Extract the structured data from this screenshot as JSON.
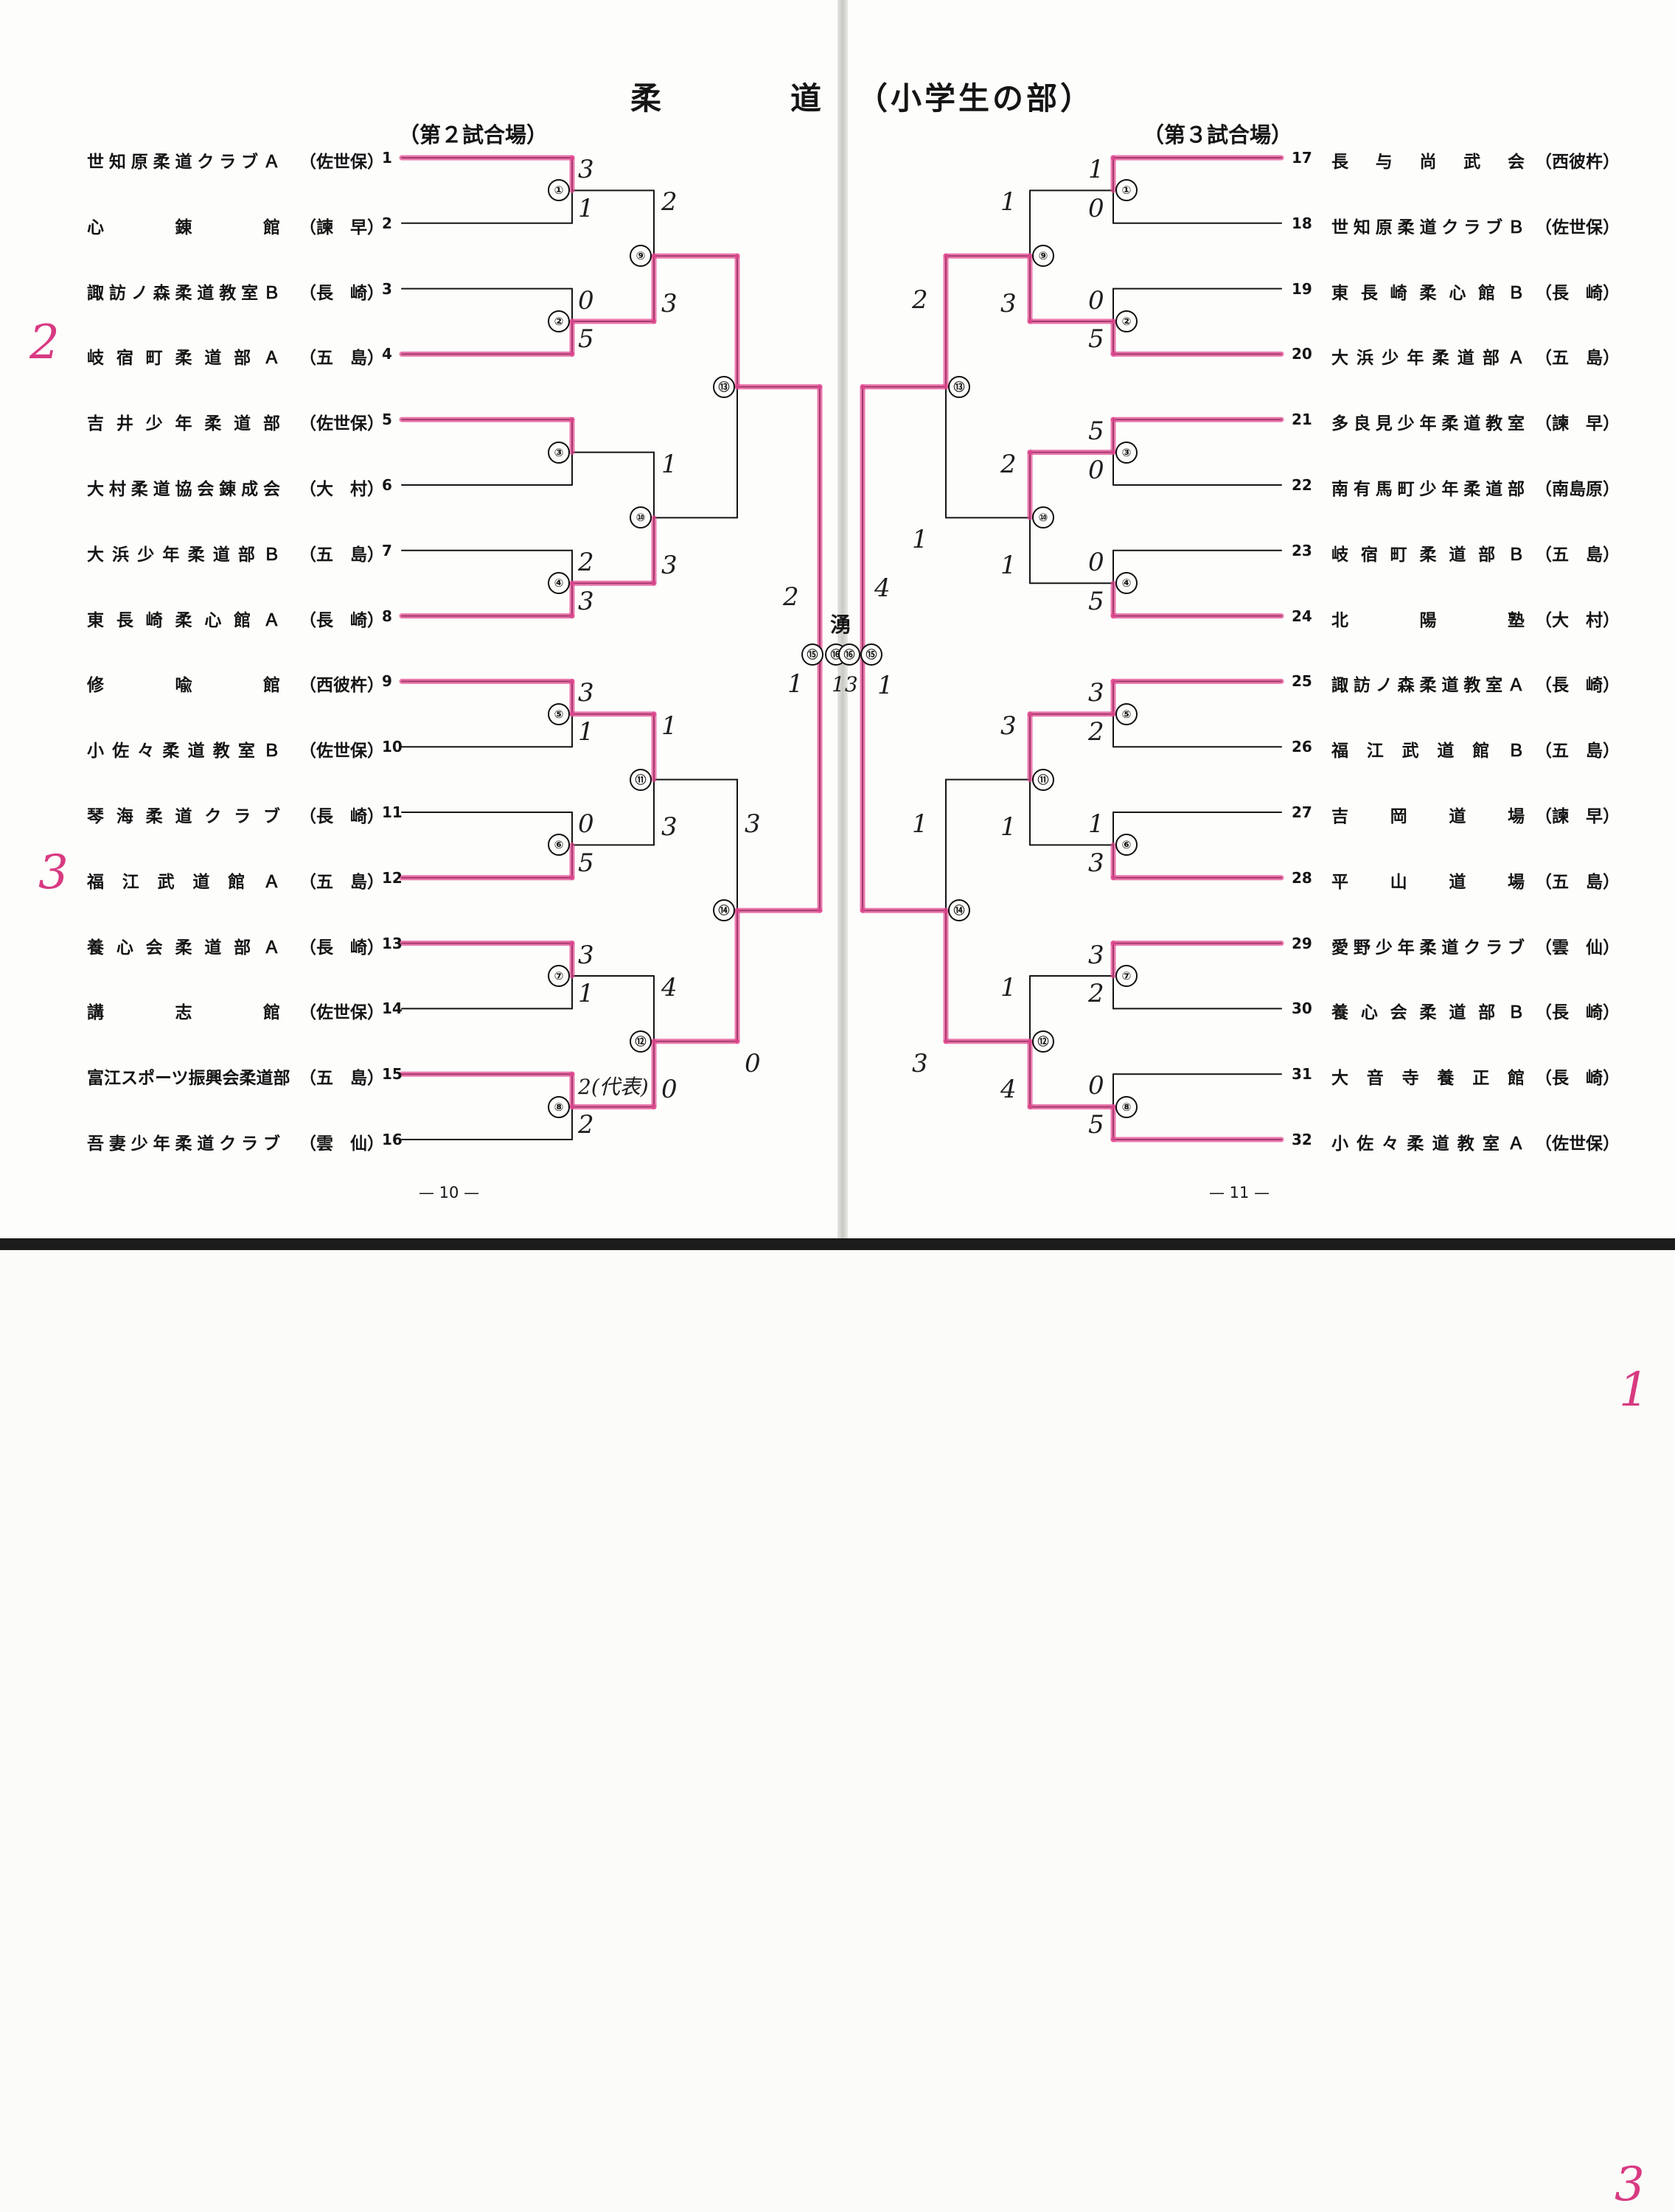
{
  "title": {
    "part1": "柔",
    "part2": "道",
    "part3": "（小学生の部）"
  },
  "venues": {
    "left": "（第２試合場）",
    "right": "（第３試合場）"
  },
  "champion_label": "湧",
  "page_numbers": {
    "left": "— 10 —",
    "right": "— 11 —"
  },
  "colors": {
    "highlight": "#e0458f",
    "ink": "#151515"
  },
  "left_teams": [
    {
      "no": "1",
      "name": "世知原柔道クラブＡ",
      "pref": "（佐世保）"
    },
    {
      "no": "2",
      "name": "心　錬　館",
      "pref": "（諫　早）"
    },
    {
      "no": "3",
      "name": "諏訪ノ森柔道教室Ｂ",
      "pref": "（長　崎）"
    },
    {
      "no": "4",
      "name": "岐宿町柔道部Ａ",
      "pref": "（五　島）"
    },
    {
      "no": "5",
      "name": "吉井少年柔道部",
      "pref": "（佐世保）"
    },
    {
      "no": "6",
      "name": "大村柔道協会錬成会",
      "pref": "（大　村）"
    },
    {
      "no": "7",
      "name": "大浜少年柔道部Ｂ",
      "pref": "（五　島）"
    },
    {
      "no": "8",
      "name": "東長崎柔心館Ａ",
      "pref": "（長　崎）"
    },
    {
      "no": "9",
      "name": "修　喩　館",
      "pref": "（西彼杵）"
    },
    {
      "no": "10",
      "name": "小佐々柔道教室Ｂ",
      "pref": "（佐世保）"
    },
    {
      "no": "11",
      "name": "琴海柔道クラブ",
      "pref": "（長　崎）"
    },
    {
      "no": "12",
      "name": "福江武道館Ａ",
      "pref": "（五　島）"
    },
    {
      "no": "13",
      "name": "養心会柔道部Ａ",
      "pref": "（長　崎）"
    },
    {
      "no": "14",
      "name": "講　志　館",
      "pref": "（佐世保）"
    },
    {
      "no": "15",
      "name": "富江スポーツ振興会柔道部",
      "pref": "（五　島）"
    },
    {
      "no": "16",
      "name": "吾妻少年柔道クラブ",
      "pref": "（雲　仙）"
    }
  ],
  "right_teams": [
    {
      "no": "17",
      "name": "長与尚武会",
      "pref": "（西彼杵）"
    },
    {
      "no": "18",
      "name": "世知原柔道クラブＢ",
      "pref": "（佐世保）"
    },
    {
      "no": "19",
      "name": "東長崎柔心館Ｂ",
      "pref": "（長　崎）"
    },
    {
      "no": "20",
      "name": "大浜少年柔道部Ａ",
      "pref": "（五　島）"
    },
    {
      "no": "21",
      "name": "多良見少年柔道教室",
      "pref": "（諫　早）"
    },
    {
      "no": "22",
      "name": "南有馬町少年柔道部",
      "pref": "（南島原）"
    },
    {
      "no": "23",
      "name": "岐宿町柔道部Ｂ",
      "pref": "（五　島）"
    },
    {
      "no": "24",
      "name": "北　陽　塾",
      "pref": "（大　村）"
    },
    {
      "no": "25",
      "name": "諏訪ノ森柔道教室Ａ",
      "pref": "（長　崎）"
    },
    {
      "no": "26",
      "name": "福江武道館Ｂ",
      "pref": "（五　島）"
    },
    {
      "no": "27",
      "name": "吉　岡　道　場",
      "pref": "（諫　早）"
    },
    {
      "no": "28",
      "name": "平　山　道　場",
      "pref": "（五　島）"
    },
    {
      "no": "29",
      "name": "愛野少年柔道クラブ",
      "pref": "（雲　仙）"
    },
    {
      "no": "30",
      "name": "養心会柔道部Ｂ",
      "pref": "（長　崎）"
    },
    {
      "no": "31",
      "name": "大音寺養正館",
      "pref": "（長　崎）"
    },
    {
      "no": "32",
      "name": "小佐々柔道教室Ａ",
      "pref": "（佐世保）"
    }
  ],
  "match_marks": [
    "①",
    "②",
    "③",
    "④",
    "⑤",
    "⑥",
    "⑦",
    "⑧",
    "⑨",
    "⑩",
    "⑪",
    "⑫",
    "⑬",
    "⑭",
    "⑮",
    "⑯"
  ],
  "left_r1_winners": [
    0,
    1,
    0,
    1,
    0,
    1,
    0,
    0
  ],
  "left_r2_winners": [
    1,
    1,
    0,
    1
  ],
  "left_r3_winners": [
    0,
    1
  ],
  "right_r1_winners": [
    0,
    1,
    0,
    1,
    0,
    1,
    0,
    1
  ],
  "right_r2_winners": [
    1,
    0,
    0,
    1
  ],
  "right_r3_winners": [
    0,
    1
  ],
  "scores_left_r1": [
    [
      "3",
      "1"
    ],
    [
      "0",
      "5"
    ],
    [
      "",
      ""
    ],
    [
      "2",
      "3"
    ],
    [
      "3",
      "1"
    ],
    [
      "0",
      "5"
    ],
    [
      "3",
      "1"
    ],
    [
      "2(代表)",
      "2"
    ]
  ],
  "scores_left_r2": [
    [
      "2",
      "3"
    ],
    [
      "1",
      "3"
    ],
    [
      "1",
      "3"
    ],
    [
      "4",
      "0"
    ]
  ],
  "scores_left_r3": [
    [
      "",
      ""
    ],
    [
      "3",
      "0"
    ]
  ],
  "scores_right_r1": [
    [
      "1",
      "0"
    ],
    [
      "0",
      "5"
    ],
    [
      "5",
      "0"
    ],
    [
      "0",
      "5"
    ],
    [
      "3",
      "2"
    ],
    [
      "1",
      "3"
    ],
    [
      "3",
      "2"
    ],
    [
      "0",
      "5"
    ]
  ],
  "scores_right_r2": [
    [
      "1",
      "3"
    ],
    [
      "2",
      "1"
    ],
    [
      "3",
      "1"
    ],
    [
      "1",
      "4"
    ]
  ],
  "scores_right_r3": [
    [
      "2",
      "1"
    ],
    [
      "1",
      "3"
    ]
  ],
  "scores_semifinal": {
    "left_top": "2",
    "left_bottom": "1",
    "right_top": "4",
    "right_bottom": "1"
  },
  "final_score": "13",
  "margin_notes": [
    {
      "rank": "2",
      "side": "left",
      "team": "4"
    },
    {
      "rank": "3",
      "side": "left",
      "team": "12"
    },
    {
      "rank": "1",
      "side": "right",
      "team": "20"
    },
    {
      "rank": "3",
      "side": "right",
      "team": "32"
    }
  ]
}
